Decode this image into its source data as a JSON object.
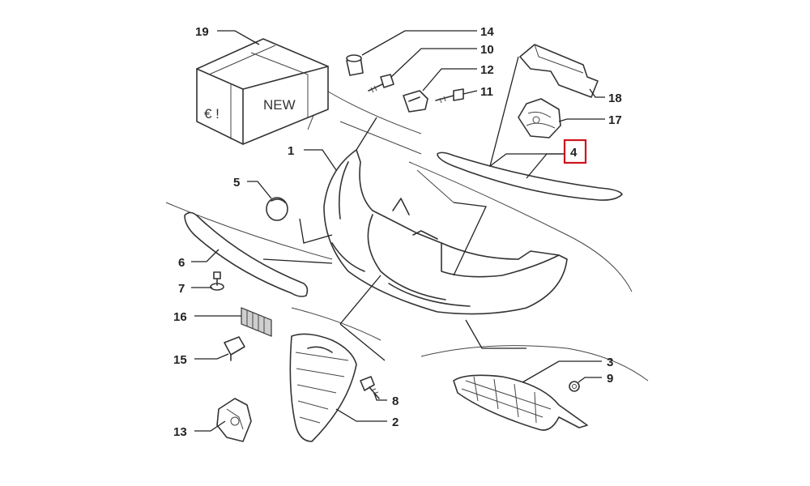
{
  "diagram": {
    "highlight_color": "#d0141e",
    "highlighted_part": "4",
    "box_texts": {
      "new": "NEW",
      "euro": "€ !"
    },
    "parts": [
      {
        "id": "p1",
        "number": "1"
      },
      {
        "id": "p2",
        "number": "2"
      },
      {
        "id": "p3",
        "number": "3"
      },
      {
        "id": "p4",
        "number": "4"
      },
      {
        "id": "p5",
        "number": "5"
      },
      {
        "id": "p6",
        "number": "6"
      },
      {
        "id": "p7",
        "number": "7"
      },
      {
        "id": "p8",
        "number": "8"
      },
      {
        "id": "p9",
        "number": "9"
      },
      {
        "id": "p10",
        "number": "10"
      },
      {
        "id": "p11",
        "number": "11"
      },
      {
        "id": "p12",
        "number": "12"
      },
      {
        "id": "p13",
        "number": "13"
      },
      {
        "id": "p14",
        "number": "14"
      },
      {
        "id": "p15",
        "number": "15"
      },
      {
        "id": "p16",
        "number": "16"
      },
      {
        "id": "p17",
        "number": "17"
      },
      {
        "id": "p18",
        "number": "18"
      },
      {
        "id": "p19",
        "number": "19"
      }
    ]
  }
}
